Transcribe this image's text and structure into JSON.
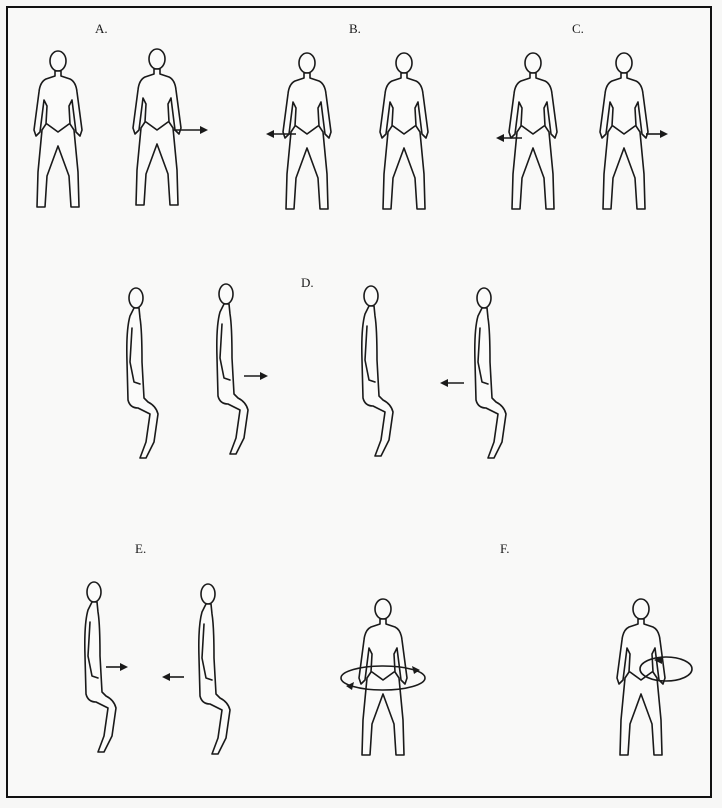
{
  "figure": {
    "panels": [
      {
        "id": "A",
        "label": "A."
      },
      {
        "id": "B",
        "label": "B."
      },
      {
        "id": "C",
        "label": "C."
      },
      {
        "id": "D",
        "label": "D."
      },
      {
        "id": "E",
        "label": "E."
      },
      {
        "id": "F",
        "label": "F."
      }
    ]
  },
  "colors": {
    "ink": "#1a1a1a",
    "paper": "#f9f9f8",
    "frame": "#111111"
  },
  "icons": [
    "seated-figure-front-icon",
    "seated-figure-side-icon",
    "arrow-icon",
    "rotation-loop-icon"
  ]
}
